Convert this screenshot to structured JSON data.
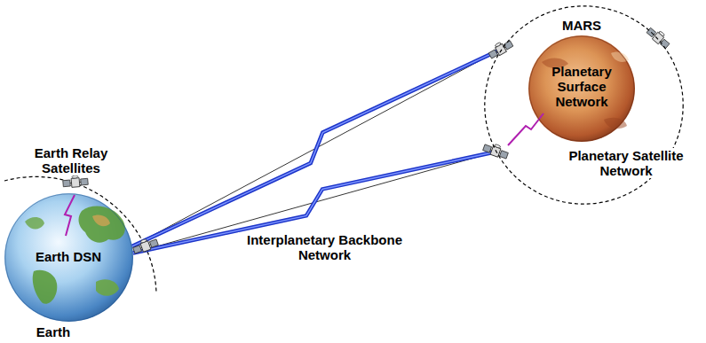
{
  "diagram": {
    "nodes": [
      {
        "text": [
          "Planetary Satellite Network"
        ]
      },
      {
        "text": [
          "MARS",
          "Planetary Surface Network"
        ],
        "in": 0
      },
      {
        "text": [
          "Earth DSN",
          "Earth"
        ]
      }
    ],
    "edges": [
      {
        "from": 2,
        "to": 0,
        "arrow": "none"
      },
      {
        "from": 2,
        "to": 0,
        "arrow": "none"
      }
    ],
    "labels": [
      "Earth Relay Satellites",
      "Interplanetary Backbone Network"
    ]
  }
}
